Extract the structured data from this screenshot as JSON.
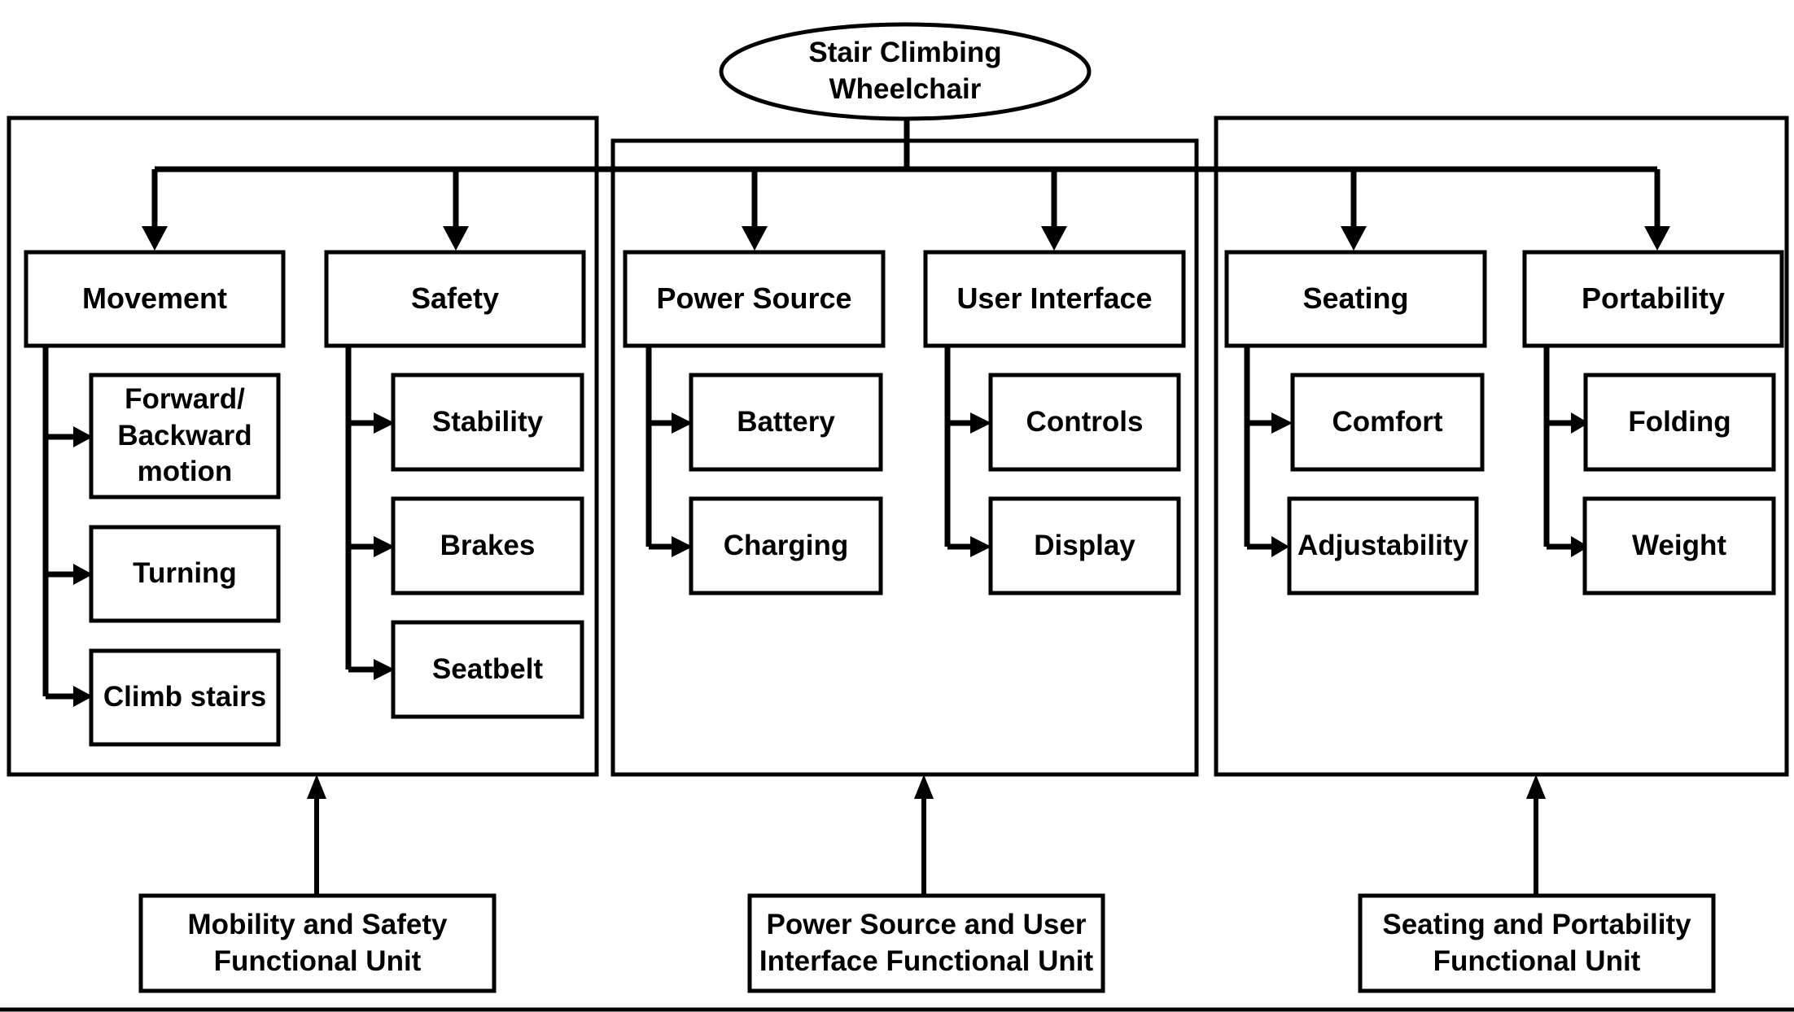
{
  "diagram": {
    "root": "Stair Climbing\nWheelchair",
    "groups": [
      {
        "unit_label": "Mobility and Safety\nFunctional Unit",
        "categories": [
          {
            "label": "Movement",
            "children": [
              "Forward/\nBackward\nmotion",
              "Turning",
              "Climb stairs"
            ]
          },
          {
            "label": "Safety",
            "children": [
              "Stability",
              "Brakes",
              "Seatbelt"
            ]
          }
        ]
      },
      {
        "unit_label": "Power Source and User\nInterface Functional Unit",
        "categories": [
          {
            "label": "Power Source",
            "children": [
              "Battery",
              "Charging"
            ]
          },
          {
            "label": "User Interface",
            "children": [
              "Controls",
              "Display"
            ]
          }
        ]
      },
      {
        "unit_label": "Seating and Portability\nFunctional Unit",
        "categories": [
          {
            "label": "Seating",
            "children": [
              "Comfort",
              "Adjustability"
            ]
          },
          {
            "label": "Portability",
            "children": [
              "Folding",
              "Weight"
            ]
          }
        ]
      }
    ]
  }
}
